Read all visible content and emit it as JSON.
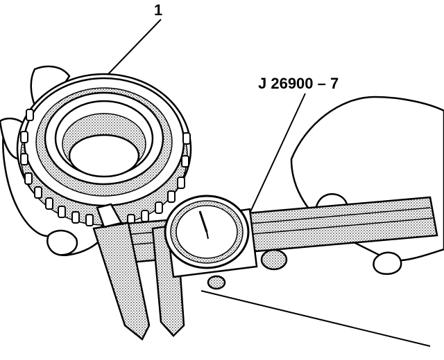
{
  "callouts": {
    "item_number": "1",
    "tool_number": "J 26900 – 7"
  },
  "colors": {
    "ink": "#000000",
    "background": "#ffffff",
    "shade": "#c8c8c8"
  },
  "icons": [
    "gear-synchronizer-ring",
    "dial-caliper",
    "hand"
  ]
}
